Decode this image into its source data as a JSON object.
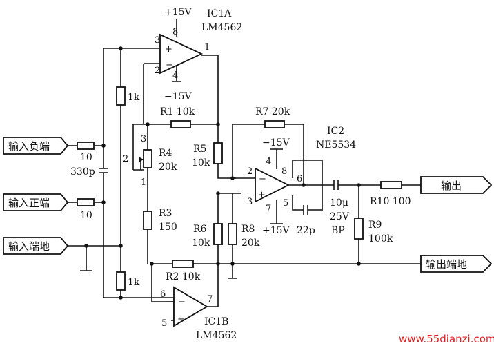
{
  "ports": {
    "in_neg": "输入负端",
    "in_pos": "输入正端",
    "in_gnd": "输入端地",
    "out": "输出",
    "out_gnd": "输出端地"
  },
  "ic1a": {
    "ref": "IC1A",
    "part": "LM4562",
    "vplus": "+15V",
    "vminus": "−15V",
    "pin_in_pos": "3",
    "pin_in_neg": "2",
    "pin_out": "1",
    "pin_vplus": "8",
    "pin_vminus": "4"
  },
  "ic1b": {
    "ref": "IC1B",
    "part": "LM4562",
    "pin_in_neg": "6",
    "pin_in_pos": "5",
    "pin_out": "7"
  },
  "ic2": {
    "ref": "IC2",
    "part": "NE5534",
    "vminus": "−15V",
    "vplus": "+15V",
    "pin_in_neg": "2",
    "pin_in_pos": "3",
    "pin_out": "6",
    "pin_vminus": "4",
    "pin_vplus": "7",
    "pin_8": "8",
    "pin_5": "5"
  },
  "parts": {
    "r_in1": "10",
    "r_in2": "10",
    "c_in": "330p",
    "r_1k_top": "1k",
    "r_1k_bot": "1k",
    "r1": "R1 10k",
    "r2": "R2 10k",
    "r3_ref": "R3",
    "r3_val": "150",
    "r4_ref": "R4",
    "r4_val": "20k",
    "r4_p3": "3",
    "r4_p2": "2",
    "r4_p1": "1",
    "r5_ref": "R5",
    "r5_val": "10k",
    "r6_ref": "R6",
    "r6_val": "10k",
    "r7": "R7 20k",
    "r8_ref": "R8",
    "r8_val": "20k",
    "r9_ref": "R9",
    "r9_val": "100k",
    "r10": "R10 100",
    "c_comp": "22p",
    "c_out_val": "10μ",
    "c_out_v": "25V",
    "c_out_type": "BP"
  },
  "watermark": "www.55dianzi.com"
}
